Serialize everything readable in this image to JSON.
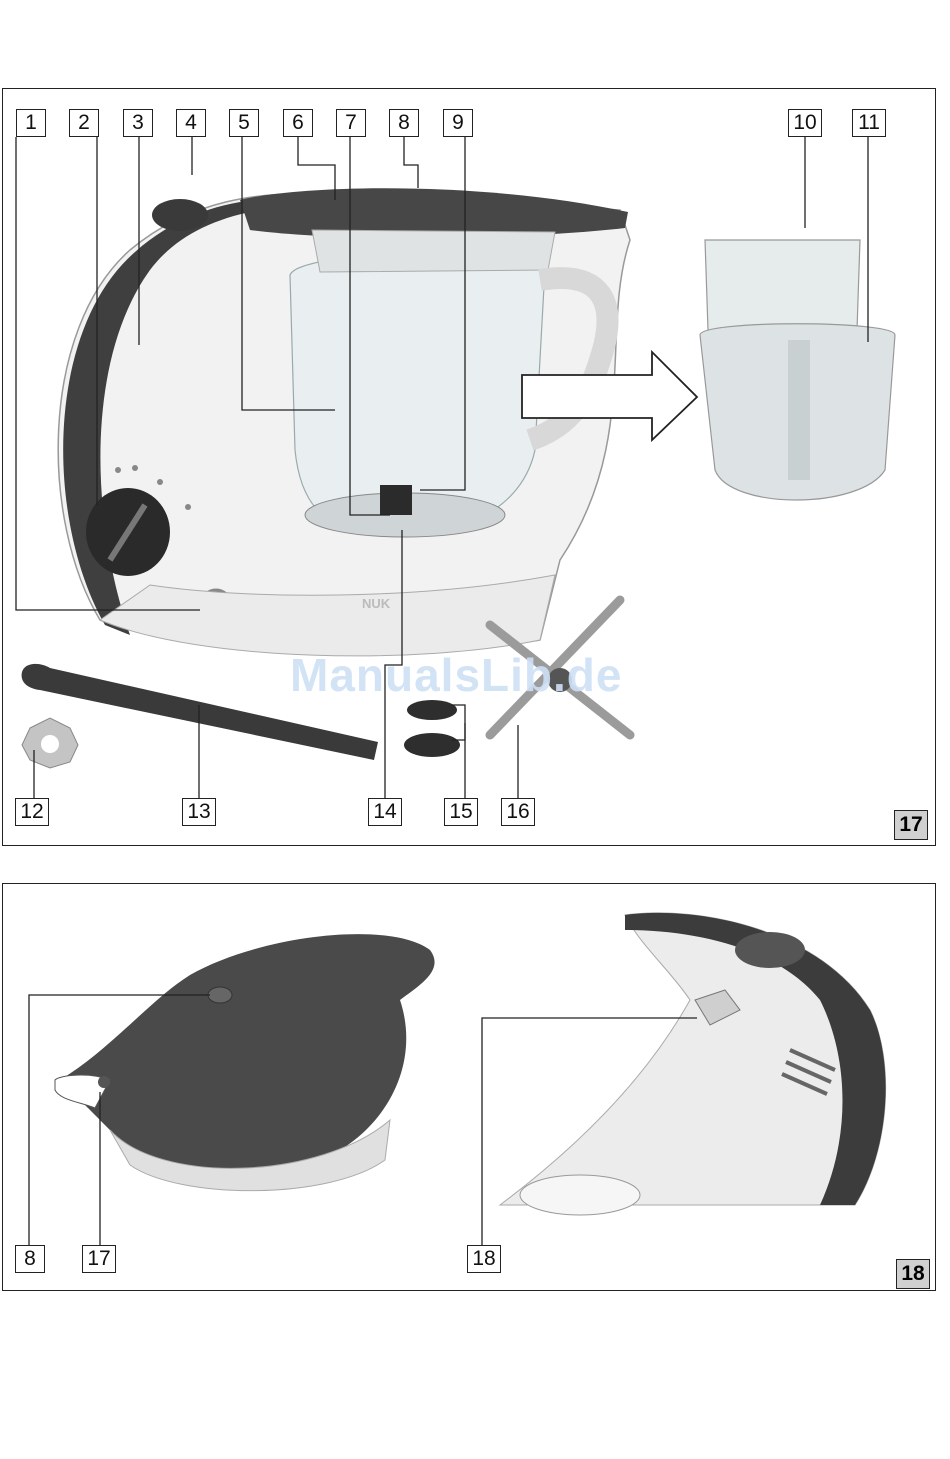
{
  "watermark": "ManualsLib.de",
  "figure17": {
    "number": "17",
    "labels": [
      "1",
      "2",
      "3",
      "4",
      "5",
      "6",
      "7",
      "8",
      "9",
      "10",
      "11",
      "12",
      "13",
      "14",
      "15",
      "16"
    ],
    "brand": "NUK"
  },
  "figure18": {
    "number": "18",
    "labels": [
      "8",
      "17",
      "18"
    ]
  },
  "colors": {
    "dark_gray": "#4a4a4a",
    "light_gray": "#e6e6e6",
    "border": "#222222"
  }
}
